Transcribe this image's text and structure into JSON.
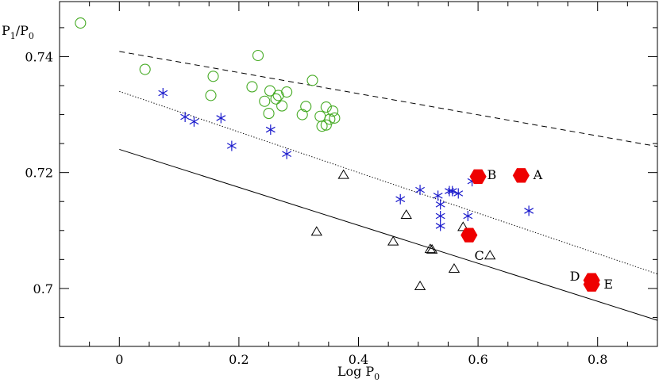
{
  "chart_data": {
    "type": "scatter",
    "title": "",
    "xlabel": {
      "main": "Log P",
      "sub": "0"
    },
    "ylabel": {
      "p1": "P",
      "s1": "1",
      "slash": "/P",
      "s0": "0"
    },
    "xlim": [
      -0.1,
      0.9
    ],
    "ylim": [
      0.69,
      0.7495
    ],
    "x_ticks": [
      0,
      0.2,
      0.4,
      0.6,
      0.8
    ],
    "x_tick_labels": [
      "0",
      "0.2",
      "0.4",
      "0.6",
      "0.8"
    ],
    "y_ticks": [
      0.7,
      0.72,
      0.74
    ],
    "y_tick_labels": [
      "0.7",
      "0.72",
      "0.74"
    ],
    "grid": false,
    "colors": {
      "circles": "#44aa22",
      "stars": "#1a1acc",
      "triangles": "#000000",
      "highlight": "#ee0000"
    },
    "lines": [
      {
        "style": "dashed",
        "x": [
          0,
          0.9
        ],
        "y": [
          0.7409,
          0.7245
        ]
      },
      {
        "style": "dotted",
        "x": [
          0,
          0.9
        ],
        "y": [
          0.734,
          0.7025
        ]
      },
      {
        "style": "solid",
        "x": [
          0,
          0.9
        ],
        "y": [
          0.724,
          0.6945
        ]
      }
    ],
    "series": [
      {
        "marker": "circle",
        "points": [
          [
            -0.065,
            0.7458
          ],
          [
            0.043,
            0.7378
          ],
          [
            0.157,
            0.7366
          ],
          [
            0.153,
            0.7333
          ],
          [
            0.232,
            0.7402
          ],
          [
            0.222,
            0.7348
          ],
          [
            0.243,
            0.7323
          ],
          [
            0.252,
            0.7341
          ],
          [
            0.262,
            0.7327
          ],
          [
            0.266,
            0.7333
          ],
          [
            0.272,
            0.7315
          ],
          [
            0.28,
            0.7339
          ],
          [
            0.25,
            0.7302
          ],
          [
            0.306,
            0.73
          ],
          [
            0.312,
            0.7314
          ],
          [
            0.323,
            0.7359
          ],
          [
            0.336,
            0.7297
          ],
          [
            0.346,
            0.7313
          ],
          [
            0.352,
            0.7292
          ],
          [
            0.357,
            0.7306
          ],
          [
            0.36,
            0.7294
          ],
          [
            0.339,
            0.728
          ],
          [
            0.346,
            0.7282
          ]
        ]
      },
      {
        "marker": "star",
        "points": [
          [
            0.073,
            0.7337
          ],
          [
            0.11,
            0.7296
          ],
          [
            0.125,
            0.7288
          ],
          [
            0.17,
            0.7294
          ],
          [
            0.188,
            0.7246
          ],
          [
            0.253,
            0.7274
          ],
          [
            0.28,
            0.7232
          ],
          [
            0.47,
            0.7154
          ],
          [
            0.503,
            0.717
          ],
          [
            0.533,
            0.716
          ],
          [
            0.537,
            0.7145
          ],
          [
            0.537,
            0.7125
          ],
          [
            0.537,
            0.7108
          ],
          [
            0.552,
            0.7168
          ],
          [
            0.557,
            0.7168
          ],
          [
            0.567,
            0.7164
          ],
          [
            0.583,
            0.7125
          ],
          [
            0.59,
            0.7185
          ],
          [
            0.685,
            0.7134
          ]
        ]
      },
      {
        "marker": "triangle",
        "points": [
          [
            0.375,
            0.7196
          ],
          [
            0.33,
            0.7098
          ],
          [
            0.458,
            0.7081
          ],
          [
            0.48,
            0.7127
          ],
          [
            0.503,
            0.7004
          ],
          [
            0.52,
            0.7068
          ],
          [
            0.523,
            0.7067
          ],
          [
            0.56,
            0.7034
          ],
          [
            0.575,
            0.7106
          ],
          [
            0.62,
            0.7057
          ]
        ]
      },
      {
        "marker": "hexagon",
        "points": [
          [
            0.672,
            0.7195
          ],
          [
            0.6,
            0.7193
          ],
          [
            0.585,
            0.7092
          ],
          [
            0.79,
            0.7014
          ],
          [
            0.79,
            0.7007
          ]
        ]
      }
    ],
    "annotations": [
      {
        "text": "A",
        "x": 0.7,
        "y": 0.7197
      },
      {
        "text": "B",
        "x": 0.623,
        "y": 0.7197
      },
      {
        "text": "C",
        "x": 0.602,
        "y": 0.7057
      },
      {
        "text": "D",
        "x": 0.762,
        "y": 0.7022
      },
      {
        "text": "E",
        "x": 0.818,
        "y": 0.7008
      }
    ]
  }
}
